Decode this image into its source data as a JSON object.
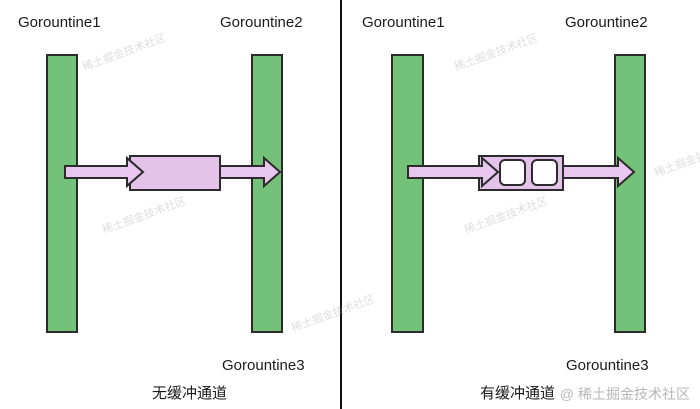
{
  "left_panel": {
    "label_g1": "Gorountine1",
    "label_g2": "Gorountine2",
    "caption": "无缓冲通道"
  },
  "right_panel": {
    "label_g1": "Gorountine1",
    "label_g2": "Gorountine2",
    "label_g3": "Gorountine3",
    "caption": "有缓冲通道"
  },
  "left_g3_label": "Gorountine3",
  "watermark_text": "稀土掘金技术社区",
  "watermark_symbol": "@",
  "colors": {
    "goroutine_bar": "#74c27a",
    "channel_fill": "#e3c3ea",
    "arrow_fill": "#e8c6ef",
    "outline": "#2b2b2b",
    "divider": "#111111"
  }
}
